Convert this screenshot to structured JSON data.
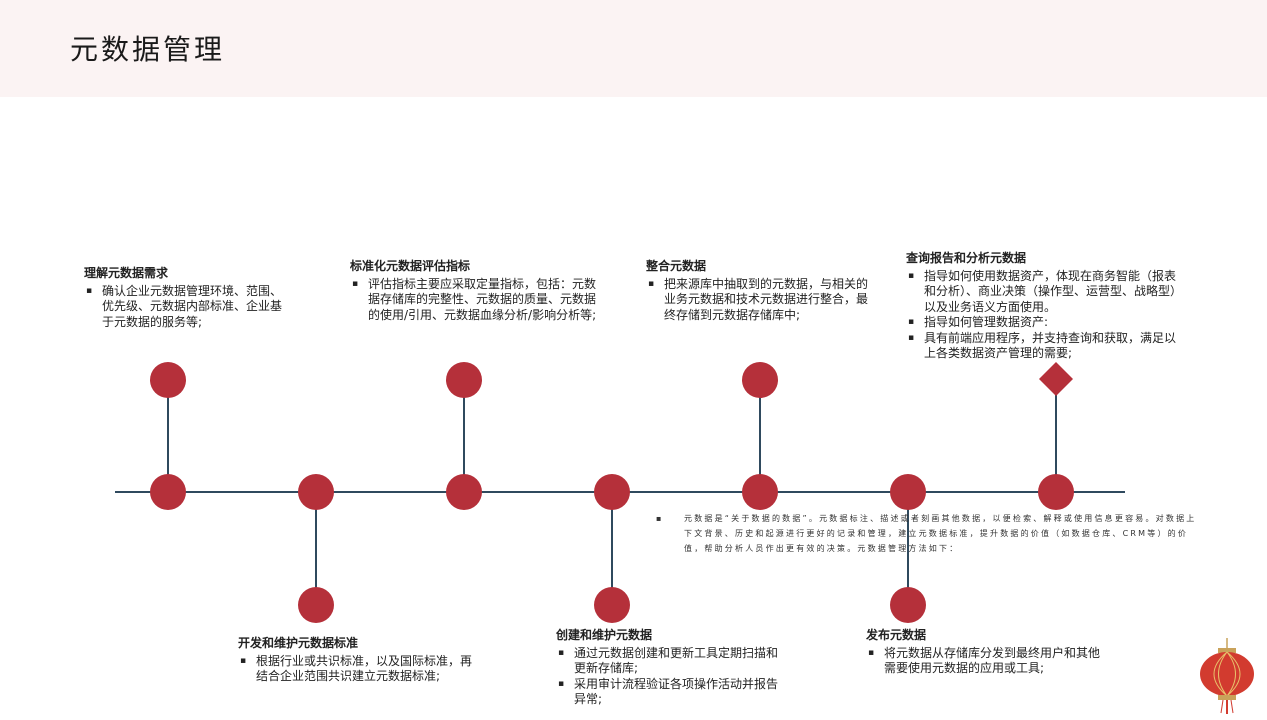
{
  "title": "元数据管理",
  "colors": {
    "node": "#b5303a",
    "line": "#2f4a5e",
    "header_bg": "#fbf3f3"
  },
  "steps": [
    {
      "heading": "理解元数据需求",
      "bullets": [
        "确认企业元数据管理环境、范围、优先级、元数据内部标准、企业基于元数据的服务等;"
      ]
    },
    {
      "heading": "开发和维护元数据标准",
      "bullets": [
        "根据行业或共识标准，以及国际标准，再结合企业范围共识建立元数据标准;"
      ]
    },
    {
      "heading": "标准化元数据评估指标",
      "bullets": [
        "评估指标主要应采取定量指标，包括：元数据存储库的完整性、元数据的质量、元数据的使用/引用、元数据血缘分析/影响分析等;"
      ]
    },
    {
      "heading": "创建和维护元数据",
      "bullets": [
        "通过元数据创建和更新工具定期扫描和更新存储库;",
        "采用审计流程验证各项操作活动并报告异常;"
      ]
    },
    {
      "heading": "整合元数据",
      "bullets": [
        "把来源库中抽取到的元数据，与相关的业务元数据和技术元数据进行整合，最终存储到元数据存储库中;"
      ]
    },
    {
      "heading": "发布元数据",
      "bullets": [
        "将元数据从存储库分发到最终用户和其他需要使用元数据的应用或工具;"
      ]
    },
    {
      "heading": "查询报告和分析元数据",
      "bullets": [
        "指导如何使用数据资产，体现在商务智能（报表和分析）、商业决策（操作型、运营型、战略型）以及业务语义方面使用。",
        "指导如何管理数据资产:",
        "具有前端应用程序，并支持查询和获取，满足以上各类数据资产管理的需要;"
      ]
    }
  ],
  "note": "元数据是“关于数据的数据”。元数据标注、描述或者刻画其他数据，以便检索、解释或使用信息更容易。对数据上下文背景、历史和起源进行更好的记录和管理，建立元数据标准，提升数据的价值（如数据仓库、CRM等）的价值，帮助分析人员作出更有效的决策。元数据管理方法如下："
}
